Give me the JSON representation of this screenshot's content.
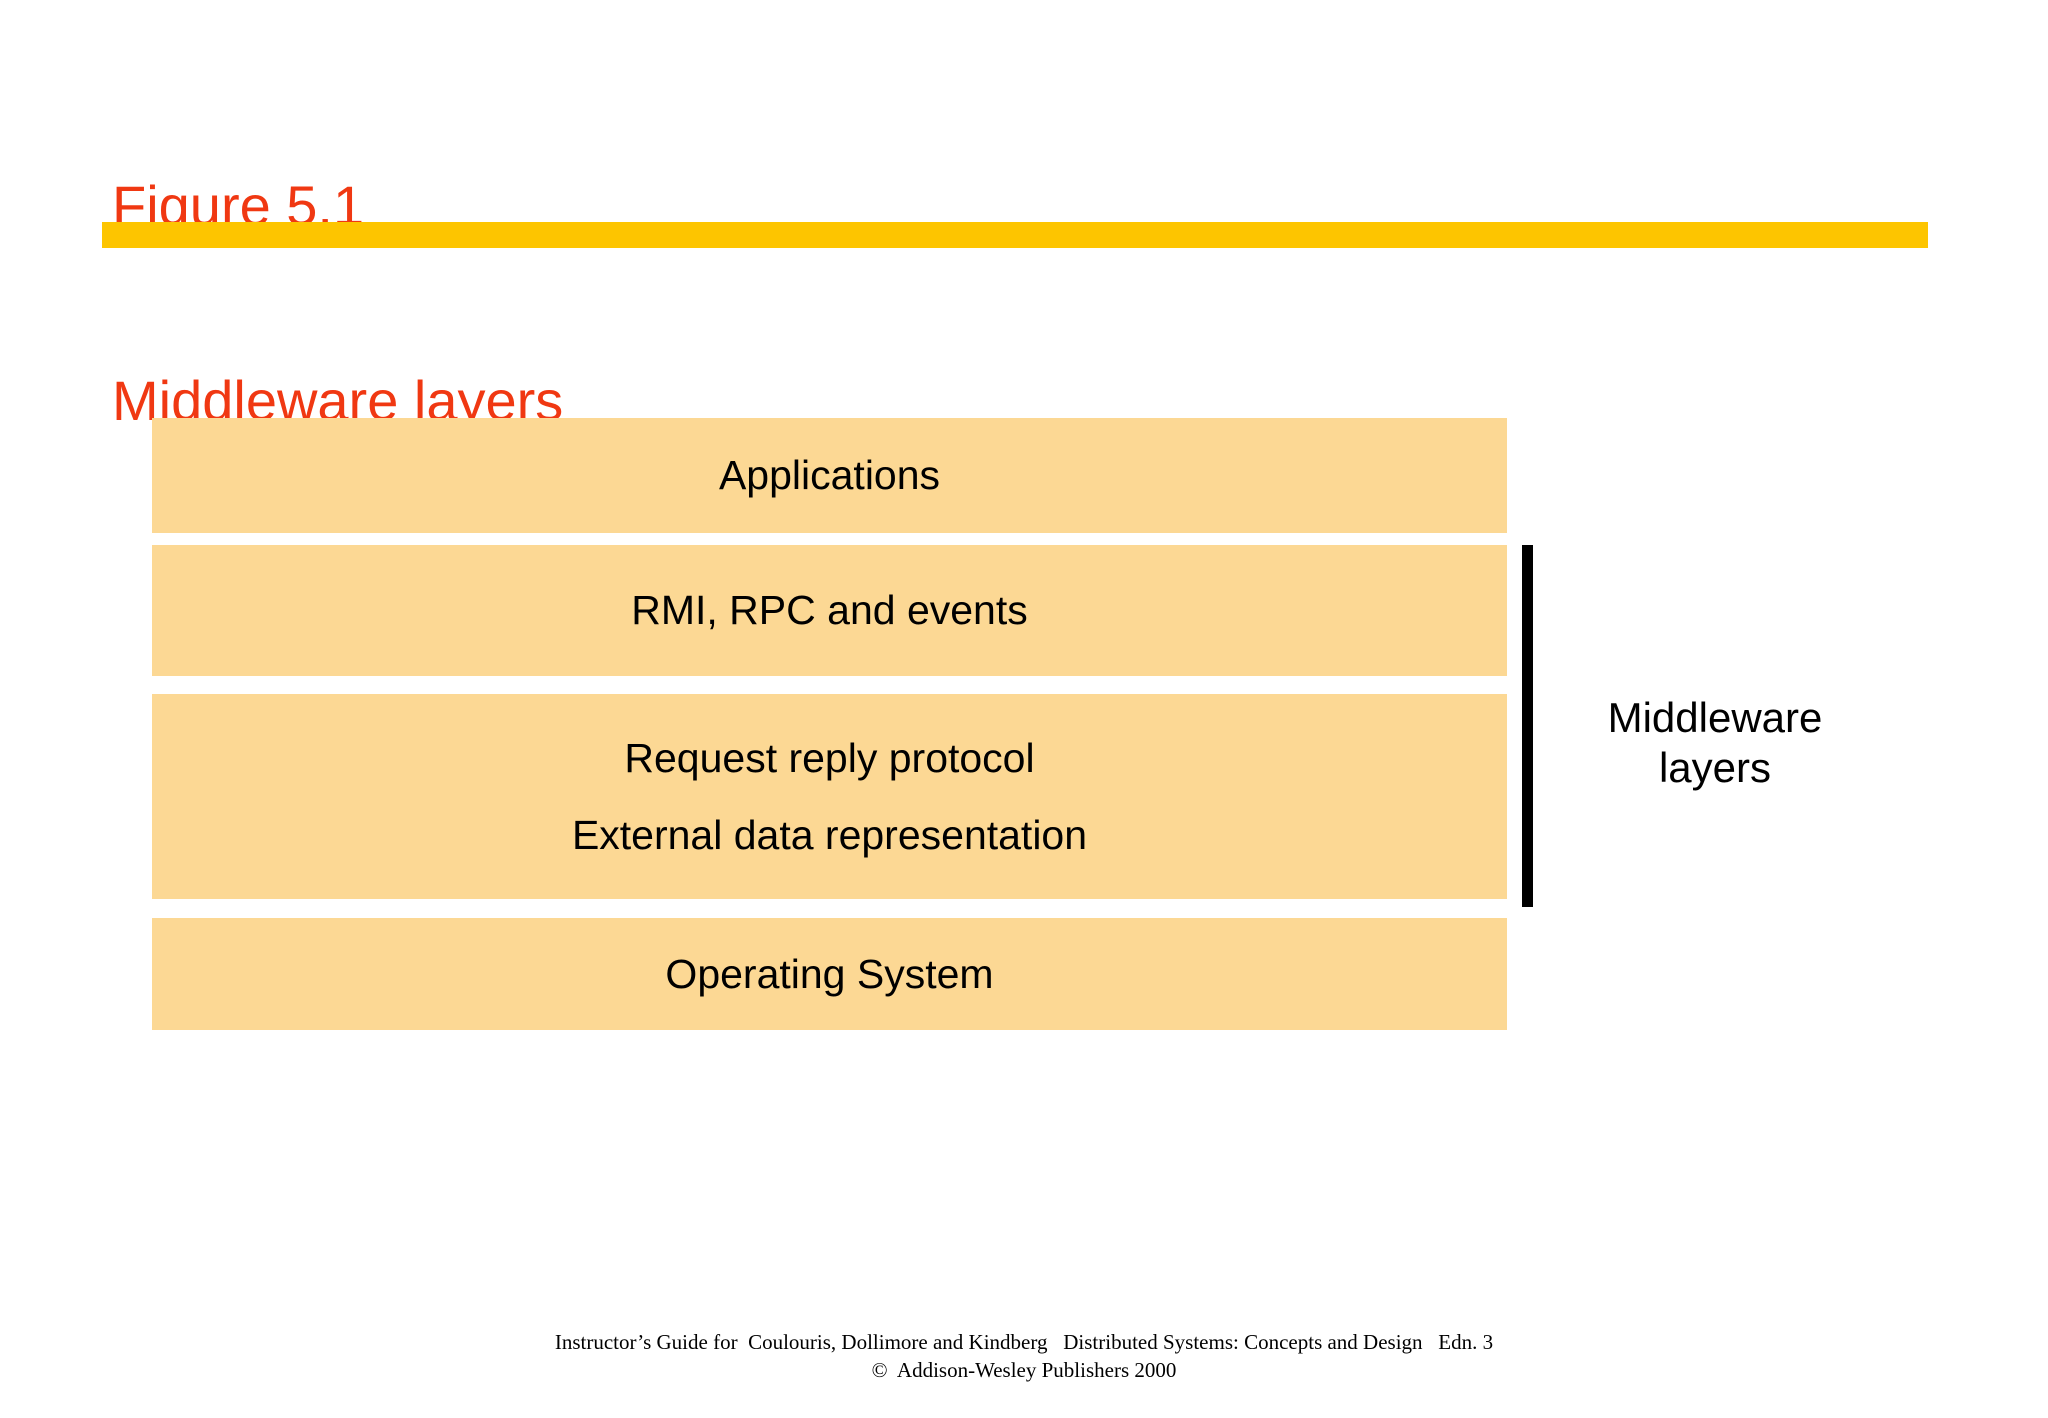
{
  "slide": {
    "title_line1": "Figure 5.1",
    "title_line2": "Middleware layers",
    "title_color": "#f03812",
    "rule_color": "#fdc500",
    "background_color": "#ffffff"
  },
  "diagram": {
    "box_fill_color": "#fcd894",
    "bracket_color": "#000000",
    "layers": [
      {
        "name": "applications",
        "label": "Applications"
      },
      {
        "name": "rmi-rpc-events",
        "label": "RMI, RPC and events"
      },
      {
        "name": "request-reply-xdr",
        "label_line1": "Request reply protocol",
        "label_line2": "External data representation"
      },
      {
        "name": "operating-system",
        "label": "Operating System"
      }
    ],
    "bracket_caption_line1": "Middleware",
    "bracket_caption_line2": "layers"
  },
  "footer": {
    "line1": "Instructor’s Guide for  Coulouris, Dollimore and Kindberg   Distributed Systems: Concepts and Design   Edn. 3",
    "line2": "©  Addison-Wesley Publishers 2000"
  }
}
